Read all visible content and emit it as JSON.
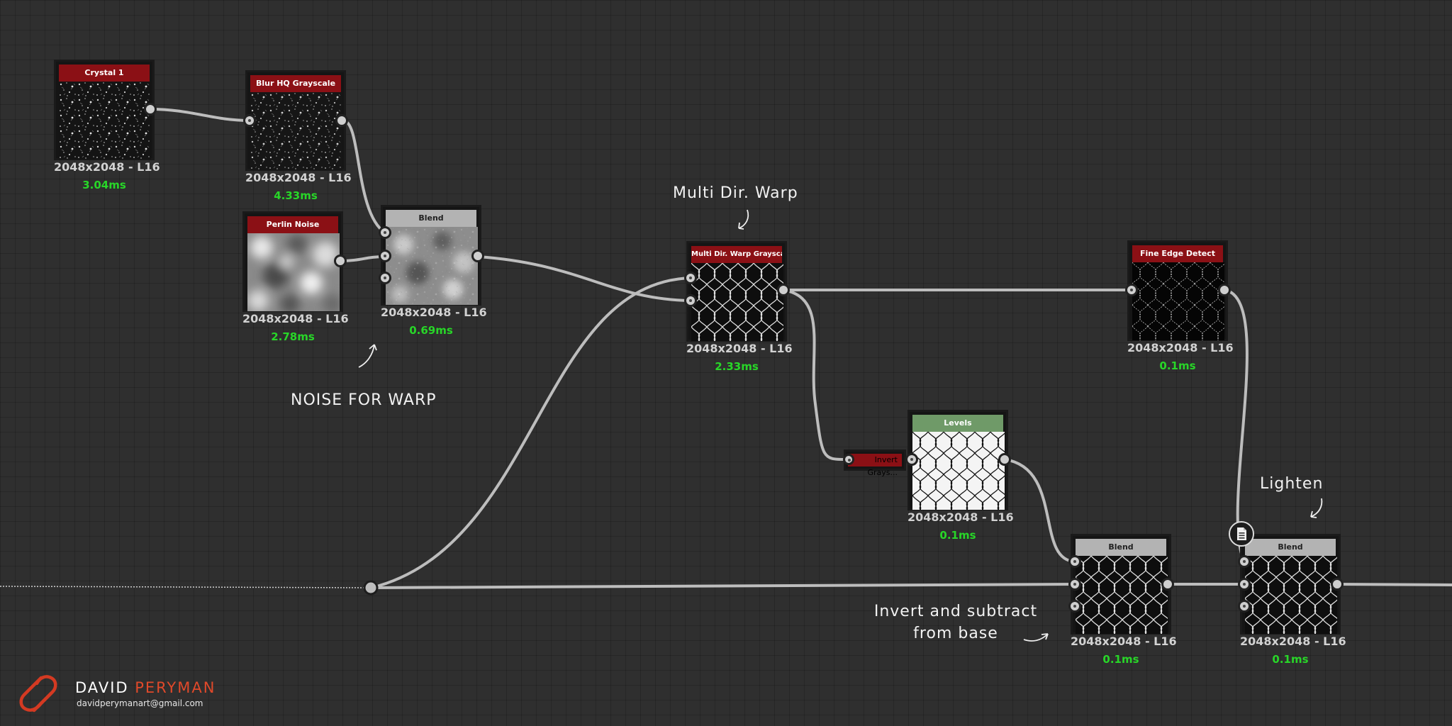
{
  "nodes": {
    "crystal": {
      "title": "Crystal 1",
      "size": "2048x2048 - L16",
      "time": "3.04ms",
      "thumb": "noise-crystal"
    },
    "blur": {
      "title": "Blur HQ Grayscale",
      "size": "2048x2048 - L16",
      "time": "4.33ms",
      "thumb": "noise-crystal"
    },
    "perlin": {
      "title": "Perlin Noise",
      "size": "2048x2048 - L16",
      "time": "2.78ms",
      "thumb": "perlin"
    },
    "blend1": {
      "title": "Blend",
      "size": "2048x2048 - L16",
      "time": "0.69ms",
      "thumb": "cloud"
    },
    "warp": {
      "title": "Multi Dir. Warp Grayscale",
      "size": "2048x2048 - L16",
      "time": "2.33ms",
      "thumb": "mesh-dark"
    },
    "edge": {
      "title": "Fine Edge Detect",
      "size": "2048x2048 - L16",
      "time": "0.1ms",
      "thumb": "mesh-edge"
    },
    "invert": {
      "title": "Invert Grays..."
    },
    "levels": {
      "title": "Levels",
      "size": "2048x2048 - L16",
      "time": "0.1ms",
      "thumb": "mesh-light"
    },
    "blend2": {
      "title": "Blend",
      "size": "2048x2048 - L16",
      "time": "0.1ms",
      "thumb": "mesh-dark"
    },
    "blend3": {
      "title": "Blend",
      "size": "2048x2048 - L16",
      "time": "0.1ms",
      "thumb": "mesh-dark"
    }
  },
  "notes": {
    "warp": "Multi Dir. Warp",
    "noise": "NOISE FOR WARP",
    "lighten": "Lighten",
    "invert_line1": "Invert and subtract",
    "invert_line2": "from base"
  },
  "branding": {
    "first_name": "DAVID",
    "last_name": "PERYMAN",
    "email": "davidperymanart@gmail.com"
  },
  "icons": {
    "logo": "dp-monogram-icon",
    "comment": "comment-document-icon"
  },
  "colors": {
    "header_red": "#8b1015",
    "header_gray": "#b3b3b3",
    "header_green": "#6f9a68",
    "timing_green": "#28d628",
    "accent_orange": "#e0492a"
  }
}
